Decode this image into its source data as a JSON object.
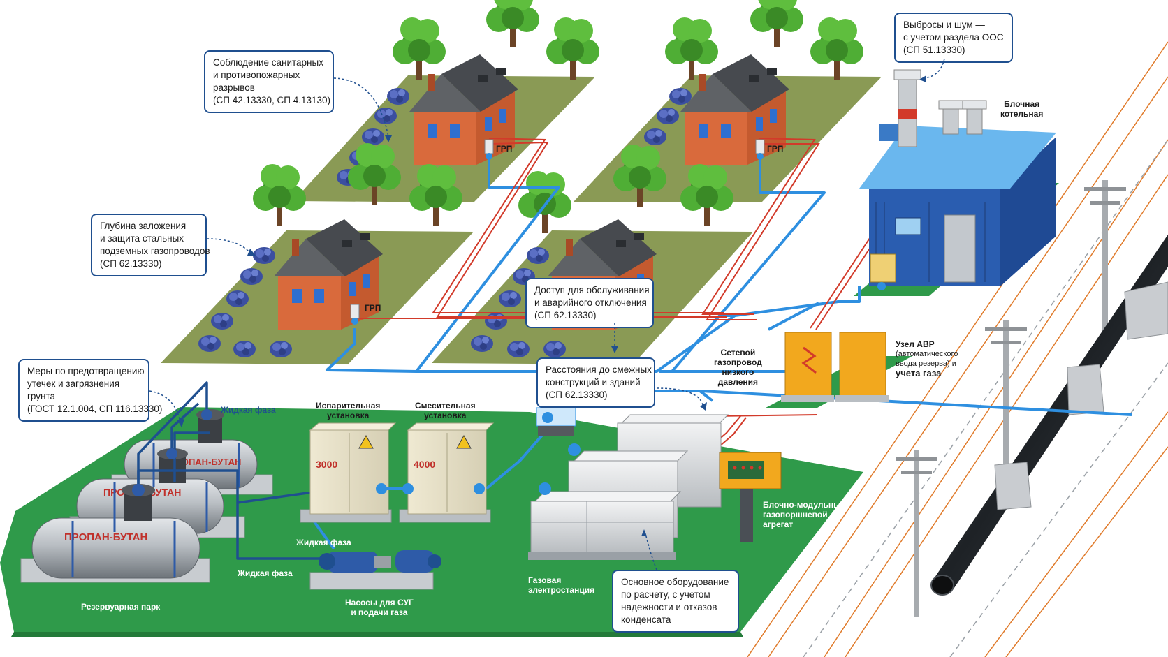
{
  "callouts": {
    "sanitary": [
      "Соблюдение санитарных",
      "и противопожарных",
      "разрывов",
      "(СП 42.13330, СП 4.13130)"
    ],
    "depth": [
      "Глубина заложения",
      "и защита стальных",
      "подземных газопроводов",
      "(СП 62.13330)"
    ],
    "access": [
      "Доступ для обслуживания",
      "и аварийного отключения",
      "(СП 62.13330)"
    ],
    "distances": [
      "Расстояния до смежных",
      "конструкций и зданий",
      "(СП 62.13330)"
    ],
    "leaks": [
      "Меры по предотвращению",
      "утечек и загрязнения",
      "грунта",
      "(ГОСТ 12.1.004, СП 116.13330)"
    ],
    "emissions": [
      "Выбросы и шум —",
      "с учетом раздела ООС",
      "(СП 51.13330)"
    ],
    "equipment": [
      "Основное оборудование",
      "по расчету, с учетом",
      "надежности и отказов",
      "конденсата"
    ]
  },
  "labels": {
    "grp": "ГРП",
    "boiler": [
      "Блочная",
      "котельная"
    ],
    "network_pipe": [
      "Сетевой",
      "газопровод",
      "низкого",
      "давления"
    ],
    "avr_node": [
      "Узел АВР",
      "(автоматического",
      "ввода резерва) и",
      "учета газа"
    ],
    "evaporator": [
      "Испарительная",
      "установка"
    ],
    "mixer": [
      "Смесительная",
      "установка"
    ],
    "liquid_phase": "Жидкая фаза",
    "tank_park": "Резервуарная парк",
    "pumps": [
      "Насосы для СУГ",
      "и подачи газа"
    ],
    "power_plant": [
      "Газовая",
      "электростанция"
    ],
    "gas_piston": [
      "Блочно-модульный",
      "газопоршневой",
      "агрегат"
    ]
  },
  "tank_label": "ПРОПАН-БУТАН",
  "cabinet_numbers": [
    "3000",
    "4000"
  ],
  "colors": {
    "grass": "#2f9a4a",
    "lawn": "#8a9a55",
    "brick": "#d96a3c",
    "roof": "#5f6266",
    "boiler_wall": "#2a5db0",
    "pipe_blue": "#2e8fe0",
    "pipe_red": "#d23a2a",
    "callout_border": "#1f4f8f",
    "tank_steel": "#b9bec3",
    "power_line": "#e07a2a"
  }
}
